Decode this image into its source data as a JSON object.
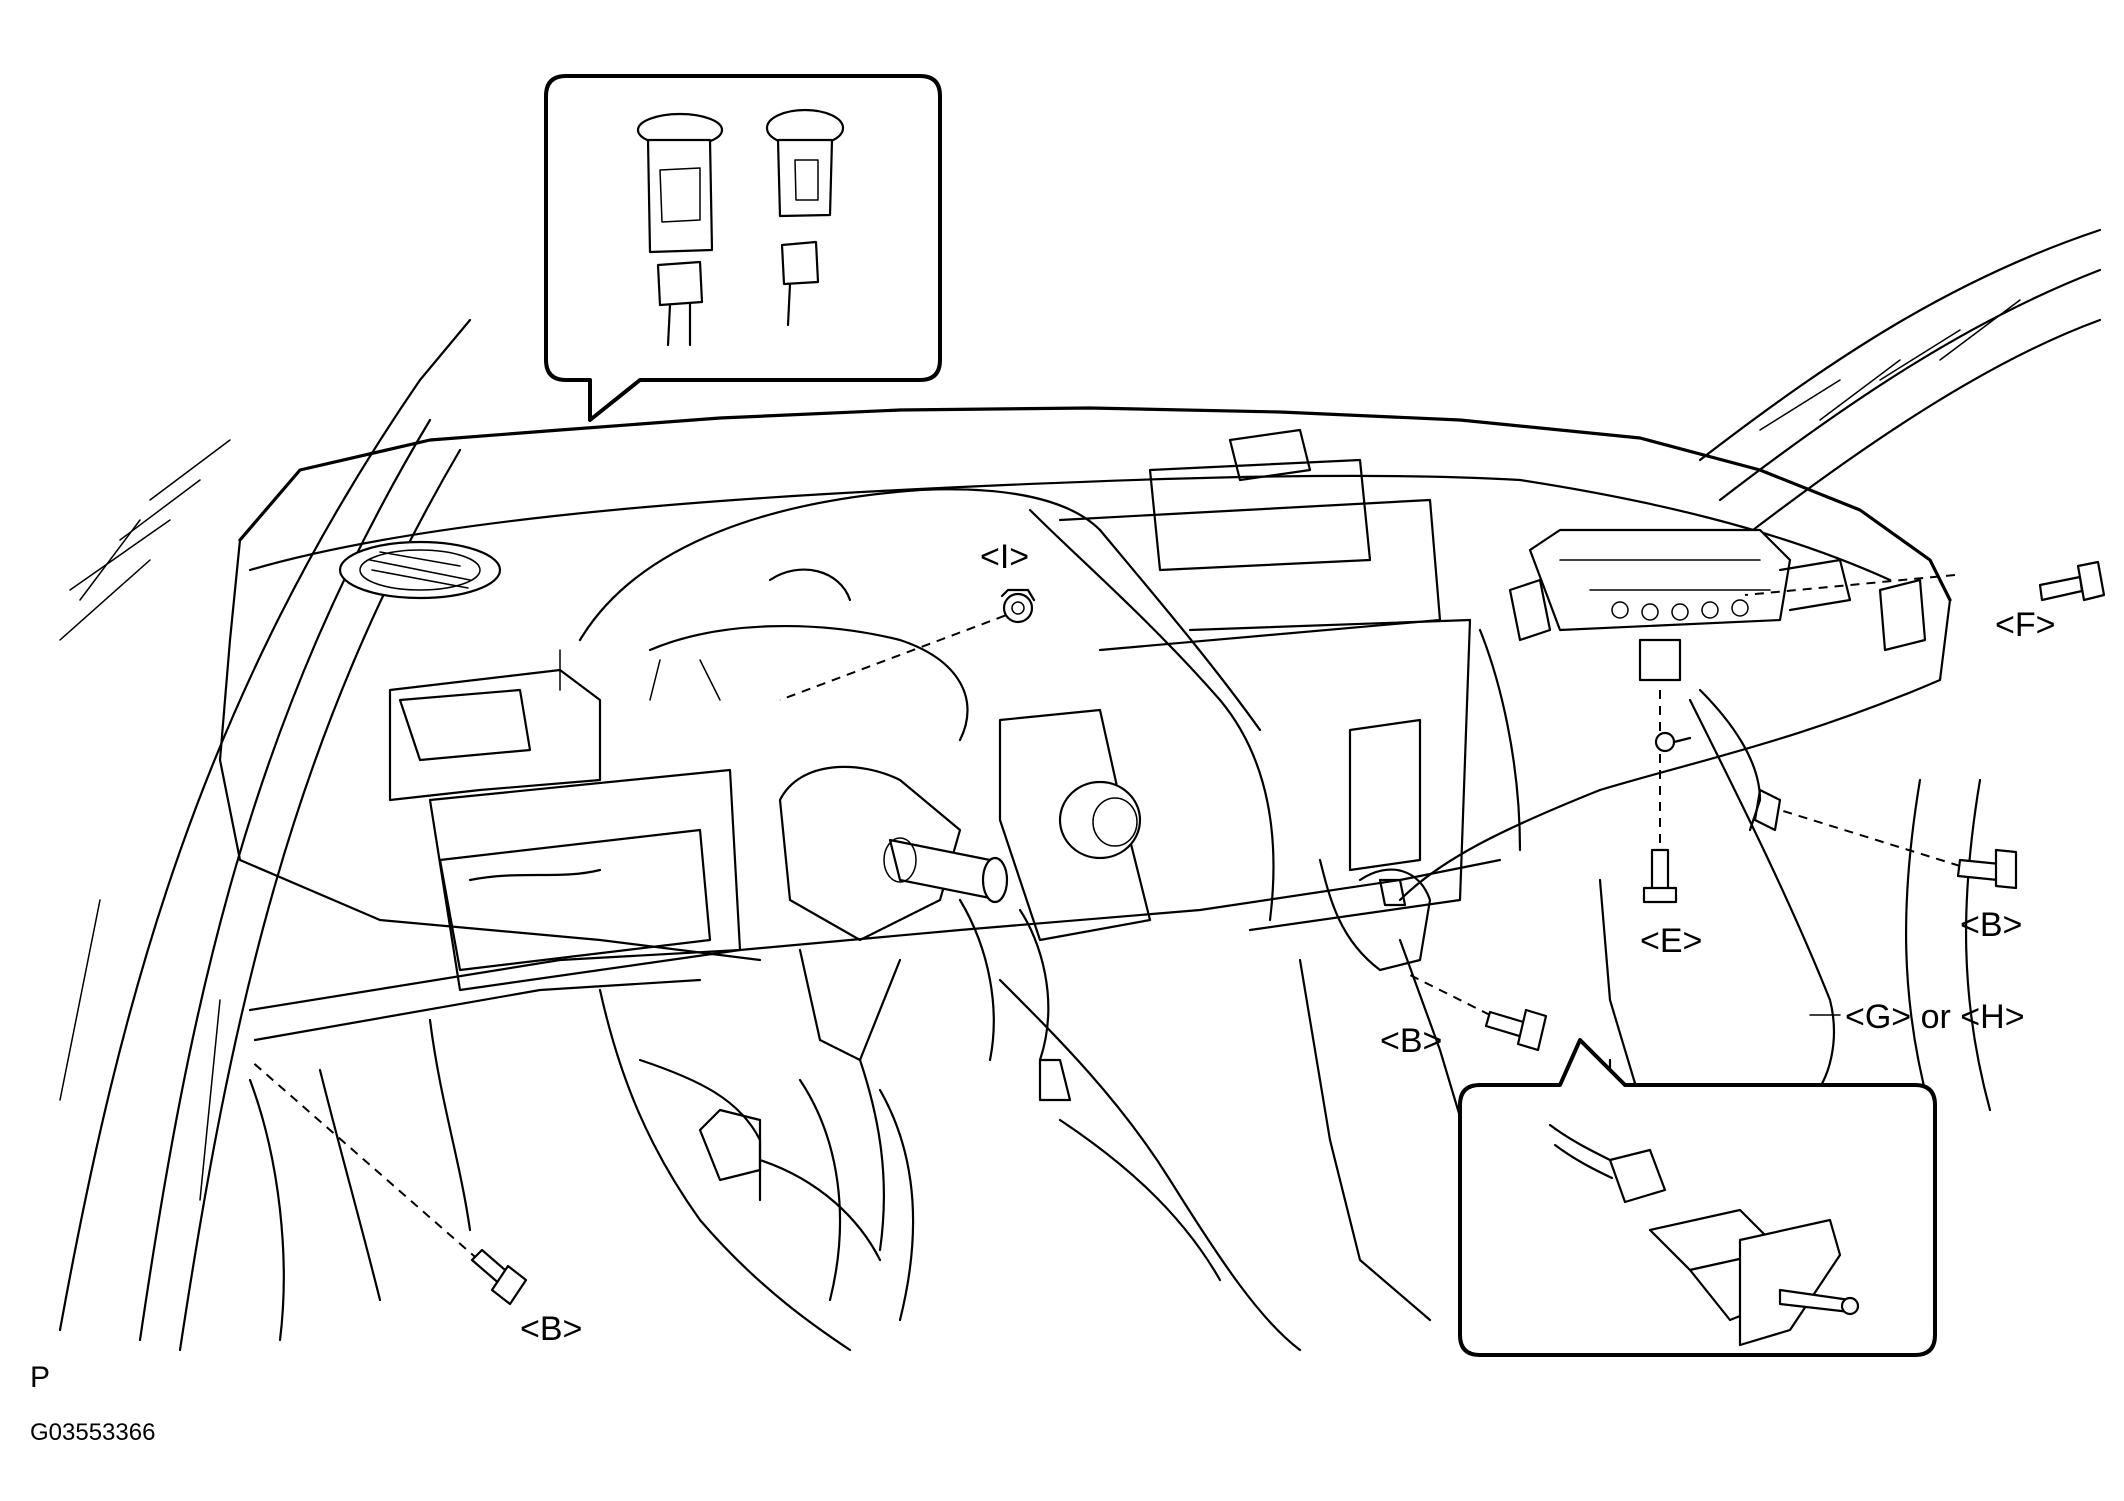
{
  "labels": {
    "i": "<I>",
    "f": "<F>",
    "b_right": "<B>",
    "e": "<E>",
    "b_center": "<B>",
    "g_or_h": "<G> or <H>",
    "b_left": "<B>"
  },
  "footer": {
    "view_letter": "P",
    "figure_id": "G03553366"
  }
}
